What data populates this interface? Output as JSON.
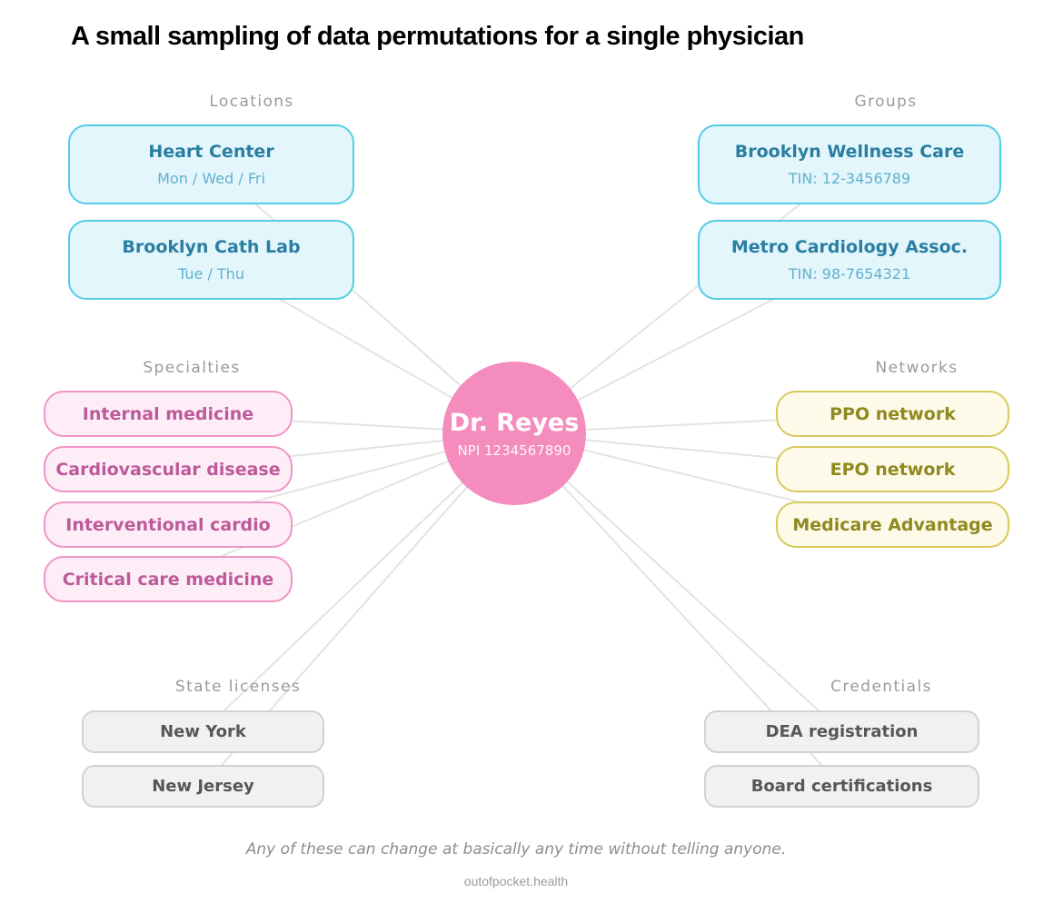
{
  "title": "A small sampling of data permutations for a single physician",
  "center": {
    "name": "Dr. Reyes",
    "npi": "NPI 1234567890"
  },
  "sections": {
    "locations": {
      "label": "Locations",
      "items": [
        {
          "title": "Heart Center",
          "subtitle": "Mon / Wed / Fri"
        },
        {
          "title": "Brooklyn Cath Lab",
          "subtitle": "Tue / Thu"
        }
      ]
    },
    "groups": {
      "label": "Groups",
      "items": [
        {
          "title": "Brooklyn Wellness Care",
          "subtitle": "TIN: 12-3456789"
        },
        {
          "title": "Metro Cardiology Assoc.",
          "subtitle": "TIN: 98-7654321"
        }
      ]
    },
    "specialties": {
      "label": "Specialties",
      "items": [
        {
          "title": "Internal medicine"
        },
        {
          "title": "Cardiovascular disease"
        },
        {
          "title": "Interventional cardio"
        },
        {
          "title": "Critical care medicine"
        }
      ]
    },
    "networks": {
      "label": "Networks",
      "items": [
        {
          "title": "PPO network"
        },
        {
          "title": "EPO network"
        },
        {
          "title": "Medicare Advantage"
        }
      ]
    },
    "state_licenses": {
      "label": "State licenses",
      "items": [
        {
          "title": "New York"
        },
        {
          "title": "New Jersey"
        }
      ]
    },
    "credentials": {
      "label": "Credentials",
      "items": [
        {
          "title": "DEA registration"
        },
        {
          "title": "Board certifications"
        }
      ]
    }
  },
  "footer": {
    "note": "Any of these can change at basically any time without telling anyone.",
    "site": "outofpocket.health"
  },
  "colors": {
    "center_node": "#f48cbe",
    "cyan_fill": "#e2f6fb",
    "cyan_border": "#54cce6",
    "cyan_text": "#2a7ea2",
    "cyan_subtext": "#62b1d0",
    "pink_fill": "#fdedf6",
    "pink_border": "#f195c6",
    "pink_text": "#bd5a9b",
    "yellow_fill": "#fdfae9",
    "yellow_border": "#d8c95e",
    "yellow_text": "#8f891f",
    "gray_fill": "#f1f1f1",
    "gray_border": "#d2d2d2",
    "gray_text": "#575757",
    "connector_line": "#e3e3e3",
    "section_label": "#9a9a9a"
  }
}
